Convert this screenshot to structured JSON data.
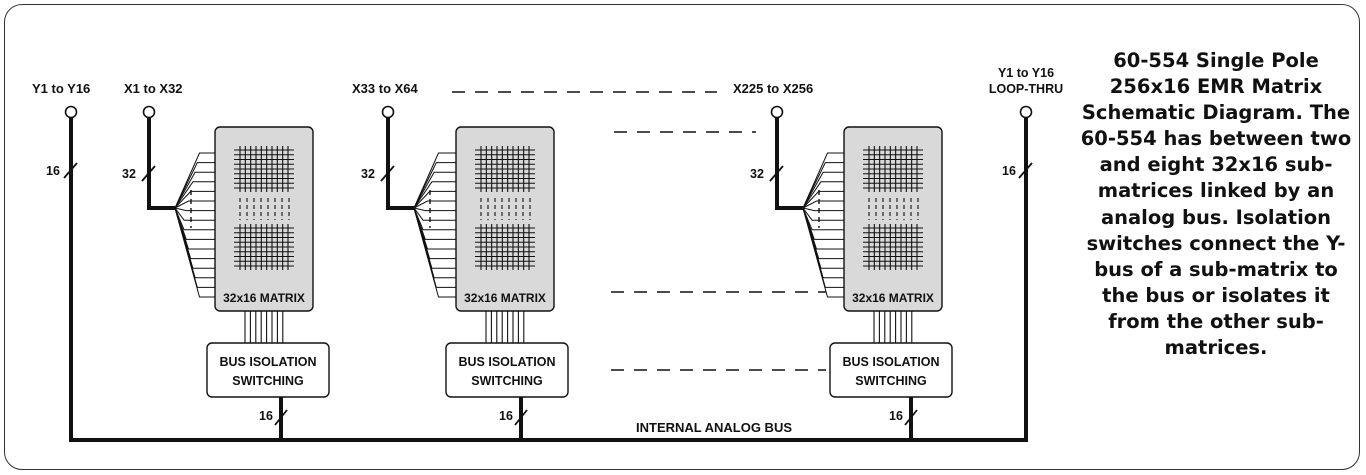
{
  "labels": {
    "y_in": "Y1 to Y16",
    "x1": "X1 to X32",
    "x2": "X33 to X64",
    "x3": "X225 to X256",
    "loop_line1": "Y1 to Y16",
    "loop_line2": "LOOP-THRU",
    "bus": "INTERNAL ANALOG BUS",
    "count16": "16",
    "count32": "32"
  },
  "modules": [
    {
      "matrix_label": "32x16 MATRIX",
      "switch_line1": "BUS ISOLATION",
      "switch_line2": "SWITCHING"
    },
    {
      "matrix_label": "32x16 MATRIX",
      "switch_line1": "BUS ISOLATION",
      "switch_line2": "SWITCHING"
    },
    {
      "matrix_label": "32x16 MATRIX",
      "switch_line1": "BUS ISOLATION",
      "switch_line2": "SWITCHING"
    }
  ],
  "caption": {
    "title": "60-554 Single Pole 256x16 EMR Matrix Schematic Diagram.",
    "text_bold": "The 60-554",
    "text": " has between two and eight 32x16 sub-matrices linked by an analog bus. Isolation switches connect the Y-bus of a sub-matrix to the bus or isolates it from the other sub-matrices."
  },
  "colors": {
    "line": "#111111",
    "matrix_fill": "#d9d9d9",
    "box_fill": "#ffffff"
  }
}
